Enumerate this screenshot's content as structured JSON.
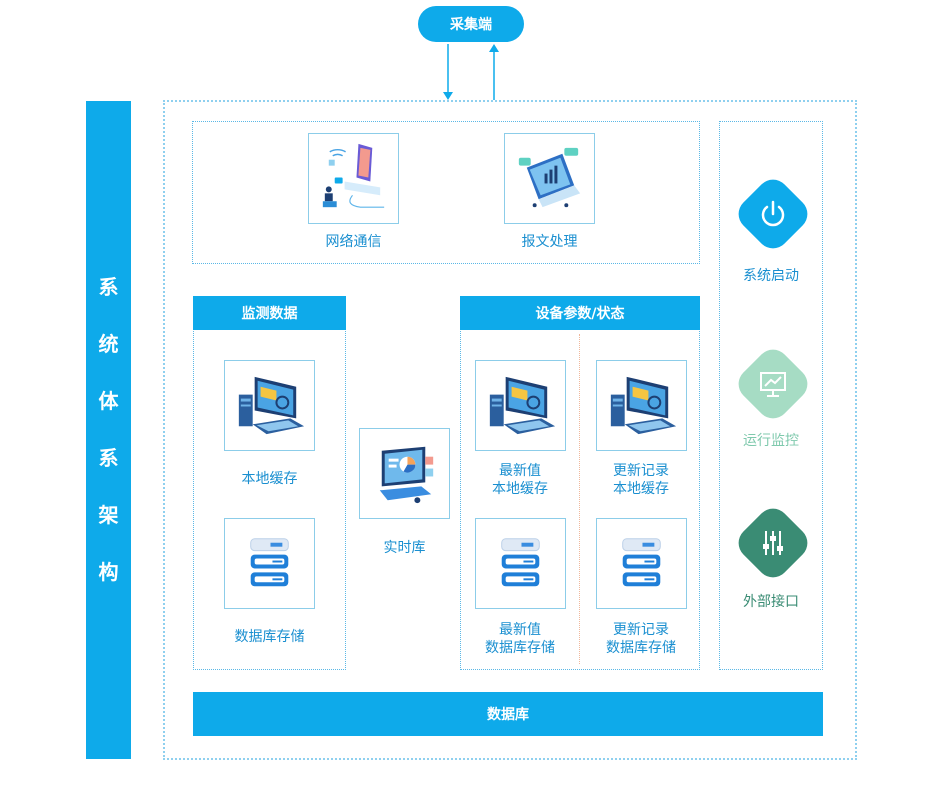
{
  "top_node": {
    "label": "采集端"
  },
  "side_title": [
    "系",
    "统",
    "体",
    "系",
    "架",
    "构"
  ],
  "top_panel": {
    "items": [
      {
        "label": "网络通信",
        "icon": "network-communication-icon"
      },
      {
        "label": "报文处理",
        "icon": "message-processing-icon"
      }
    ]
  },
  "monitor_data": {
    "header": "监测数据",
    "items": [
      {
        "label": "本地缓存",
        "icon": "computer-icon"
      },
      {
        "label": "数据库存储",
        "icon": "database-server-icon"
      }
    ]
  },
  "realtime_db": {
    "label": "实时库",
    "icon": "dashboard-icon"
  },
  "device_params": {
    "header": "设备参数/状态",
    "items": [
      {
        "line1": "最新值",
        "line2": "本地缓存",
        "icon": "computer-icon"
      },
      {
        "line1": "更新记录",
        "line2": "本地缓存",
        "icon": "computer-icon"
      },
      {
        "line1": "最新值",
        "line2": "数据库存储",
        "icon": "database-server-icon"
      },
      {
        "line1": "更新记录",
        "line2": "数据库存储",
        "icon": "database-server-icon"
      }
    ]
  },
  "right_panel": {
    "items": [
      {
        "label": "系统启动",
        "icon": "power-icon",
        "color": "#0eaaea"
      },
      {
        "label": "运行监控",
        "icon": "monitor-icon",
        "color": "#a6dcc4"
      },
      {
        "label": "外部接口",
        "icon": "interface-sliders-icon",
        "color": "#3a8c74"
      }
    ]
  },
  "database_bar": {
    "label": "数据库"
  },
  "colors": {
    "primary": "#0eaaea",
    "dotted": "#5bb8e6",
    "label": "#1a8fd0"
  }
}
